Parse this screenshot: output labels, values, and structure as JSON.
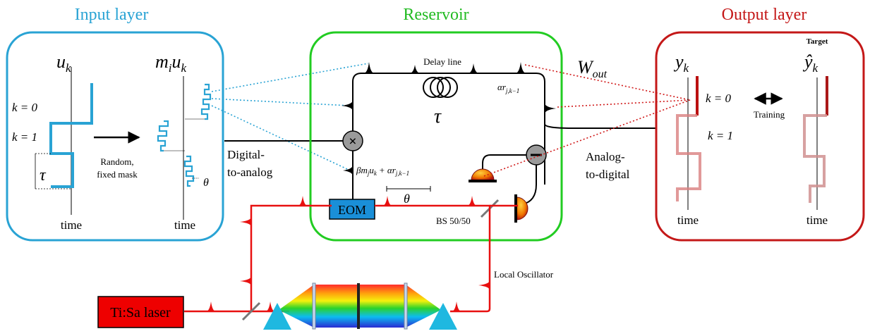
{
  "sections": {
    "input": "Input layer",
    "reservoir": "Reservoir",
    "output": "Output layer"
  },
  "input_layer": {
    "u_k": "u",
    "u_k_sub": "k",
    "mask_signal": "m",
    "mask_signal_sub1": "i",
    "mask_signal_u": "u",
    "mask_signal_sub2": "k",
    "k0": "k = 0",
    "k1": "k = 1",
    "tau": "τ",
    "arrow_label_1": "Random,",
    "arrow_label_2": "fixed mask",
    "theta": "θ",
    "time_left": "time",
    "time_right": "time"
  },
  "conversions": {
    "d2a_1": "Digital-",
    "d2a_2": "to-analog",
    "a2d_1": "Analog-",
    "a2d_2": "to-digital"
  },
  "reservoir": {
    "delay_line": "Delay line",
    "tau": "τ",
    "feedback_term": "αr",
    "feedback_sub": "j,k−1",
    "input_term": "βm",
    "input_term_rest": "u",
    "input_term_plus": "+ αr",
    "theta": "θ",
    "eom": "EOM",
    "bs": "BS 50/50"
  },
  "w_out": "W",
  "w_out_sub": "out",
  "output_layer": {
    "y_k": "y",
    "y_k_sub": "k",
    "target": "Target",
    "y_hat": "ŷ",
    "y_hat_sub": "k",
    "k0": "k = 0",
    "k1": "k = 1",
    "training": "Training",
    "time_left": "time",
    "time_right": "time"
  },
  "laser": "Ti:Sa laser",
  "local_oscillator": "Local Oscillator",
  "colors": {
    "input_blue": "#29a3d4",
    "reservoir_green": "#22cc22",
    "output_red": "#c41818",
    "beam_red": "#e81010",
    "eom_blue": "#1a8fd8",
    "laser_red": "#ee0000",
    "prism_cyan": "#1fb8e0"
  }
}
